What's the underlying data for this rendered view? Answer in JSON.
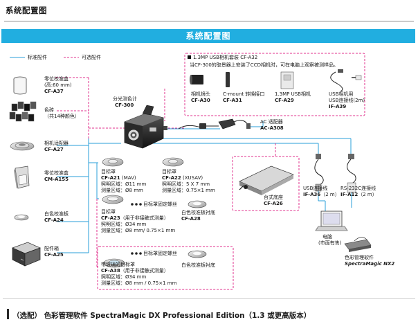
{
  "page_title": "系统配置图",
  "banner_title": "系统配置图",
  "legend": {
    "standard": "标准配件",
    "optional": "可选配件"
  },
  "main_unit": {
    "name": "分光测色计",
    "code": "CF-300"
  },
  "camera_kit": {
    "title": "1.3MP USB相机套装 CF-A32",
    "description": "当CF-300的取景器上安装了CCD相机时，可在电脑上观察被测样品。",
    "items": [
      {
        "name": "相机镜头",
        "code": "CF-A30"
      },
      {
        "name": "C-mount 转换接口",
        "code": "CF-A31"
      },
      {
        "name": "1.3MP USB相机",
        "code": "CF-A29"
      },
      {
        "name": "USB相机用",
        "name2": "USB连接线(2m)",
        "code": "IF-A39"
      }
    ]
  },
  "left_items": [
    {
      "name": "零位校准盒",
      "sub": "(高:60 mm)",
      "code": "CF-A37"
    },
    {
      "name": "色砖",
      "sub": "（共14种颜色）",
      "code": ""
    },
    {
      "name": "相机适配器",
      "sub": "",
      "code": "CF-A27"
    },
    {
      "name": "零位校准盒",
      "sub": "",
      "code": "CM-A155"
    },
    {
      "name": "白色校准板",
      "sub": "",
      "code": "CF-A24"
    },
    {
      "name": "配件箱",
      "sub": "",
      "code": "CF-A25"
    }
  ],
  "ac_adapter": {
    "name": "AC 适配器",
    "code": "AC-A308"
  },
  "stage": {
    "name": "台式底座",
    "code": "CF-A26"
  },
  "targets": {
    "a21": {
      "title": "目标罩",
      "code": "CF-A21",
      "code_suffix": " (MAV)",
      "line1": "照明区域：Ø11 mm",
      "line2": "测量区域：Ø8 mm"
    },
    "a22": {
      "title": "目标罩",
      "code": "CF-A22",
      "code_suffix": " (XUSAV)",
      "line1": "照明区域：5 X 7 mm",
      "line2": "测量区域：0.75×1 mm"
    },
    "a23": {
      "title": "目标罩",
      "code": "CF-A23",
      "code_suffix": "（用于非接触式测量）",
      "line1": "照明区域：Ø34 mm",
      "line2": "测量区域：Ø8 mm/ 0.75×1 mm"
    },
    "screw1": "目标罩固定螺丝",
    "a28": {
      "title": "白色校准板衬底",
      "code": "CF-A28"
    },
    "a38": {
      "title": "带玻璃的目标罩",
      "code": "CF-A38",
      "code_suffix": "（用于非接触式测量）",
      "line1": "照明区域：Ø34 mm",
      "line2": "测量区域：Ø8 mm / 0.75×1 mm"
    },
    "screw2": "目标罩固定螺丝",
    "white_sub": "白色校准板衬底"
  },
  "usb_cable": {
    "name": "USB连接线",
    "code": "IF-A36",
    "len": "（2 m）"
  },
  "rs_cable": {
    "name": "RS-232C连接线",
    "code": "IF-A12",
    "len": "（2 m）"
  },
  "pc": {
    "name": "电脑",
    "sub": "(市面有售)"
  },
  "software": {
    "name": "色彩管理软件",
    "code": "SpectraMagic NX2"
  },
  "footer": "（选配） 色彩管理软件 SpectraMagic DX Professional Edition（1.3 或更高版本）",
  "colors": {
    "banner": "#21aee0",
    "standard_line": "#2a9fd8",
    "optional_line": "#e0308c"
  }
}
